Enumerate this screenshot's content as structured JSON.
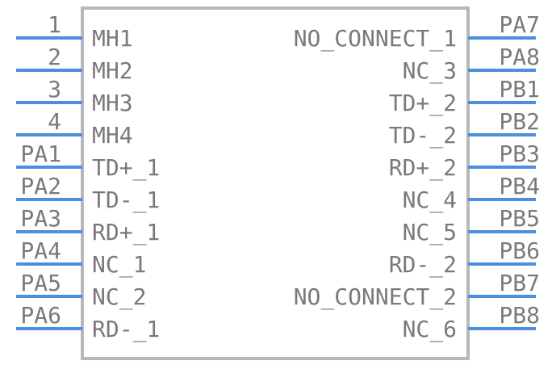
{
  "component": {
    "left_pins": [
      {
        "number": "1",
        "name": "MH1"
      },
      {
        "number": "2",
        "name": "MH2"
      },
      {
        "number": "3",
        "name": "MH3"
      },
      {
        "number": "4",
        "name": "MH4"
      },
      {
        "number": "PA1",
        "name": "TD+_1"
      },
      {
        "number": "PA2",
        "name": "TD-_1"
      },
      {
        "number": "PA3",
        "name": "RD+_1"
      },
      {
        "number": "PA4",
        "name": "NC_1"
      },
      {
        "number": "PA5",
        "name": "NC_2"
      },
      {
        "number": "PA6",
        "name": "RD-_1"
      }
    ],
    "right_pins": [
      {
        "number": "PA7",
        "name": "NO_CONNECT_1"
      },
      {
        "number": "PA8",
        "name": "NC_3"
      },
      {
        "number": "PB1",
        "name": "TD+_2"
      },
      {
        "number": "PB2",
        "name": "TD-_2"
      },
      {
        "number": "PB3",
        "name": "RD+_2"
      },
      {
        "number": "PB4",
        "name": "NC_4"
      },
      {
        "number": "PB5",
        "name": "NC_5"
      },
      {
        "number": "PB6",
        "name": "RD-_2"
      },
      {
        "number": "PB7",
        "name": "NO_CONNECT_2"
      },
      {
        "number": "PB8",
        "name": "NC_6"
      }
    ]
  },
  "colors": {
    "pin_line": "#4a90e2",
    "body_outline": "#b8b8b8",
    "text": "#7a7a7a"
  }
}
